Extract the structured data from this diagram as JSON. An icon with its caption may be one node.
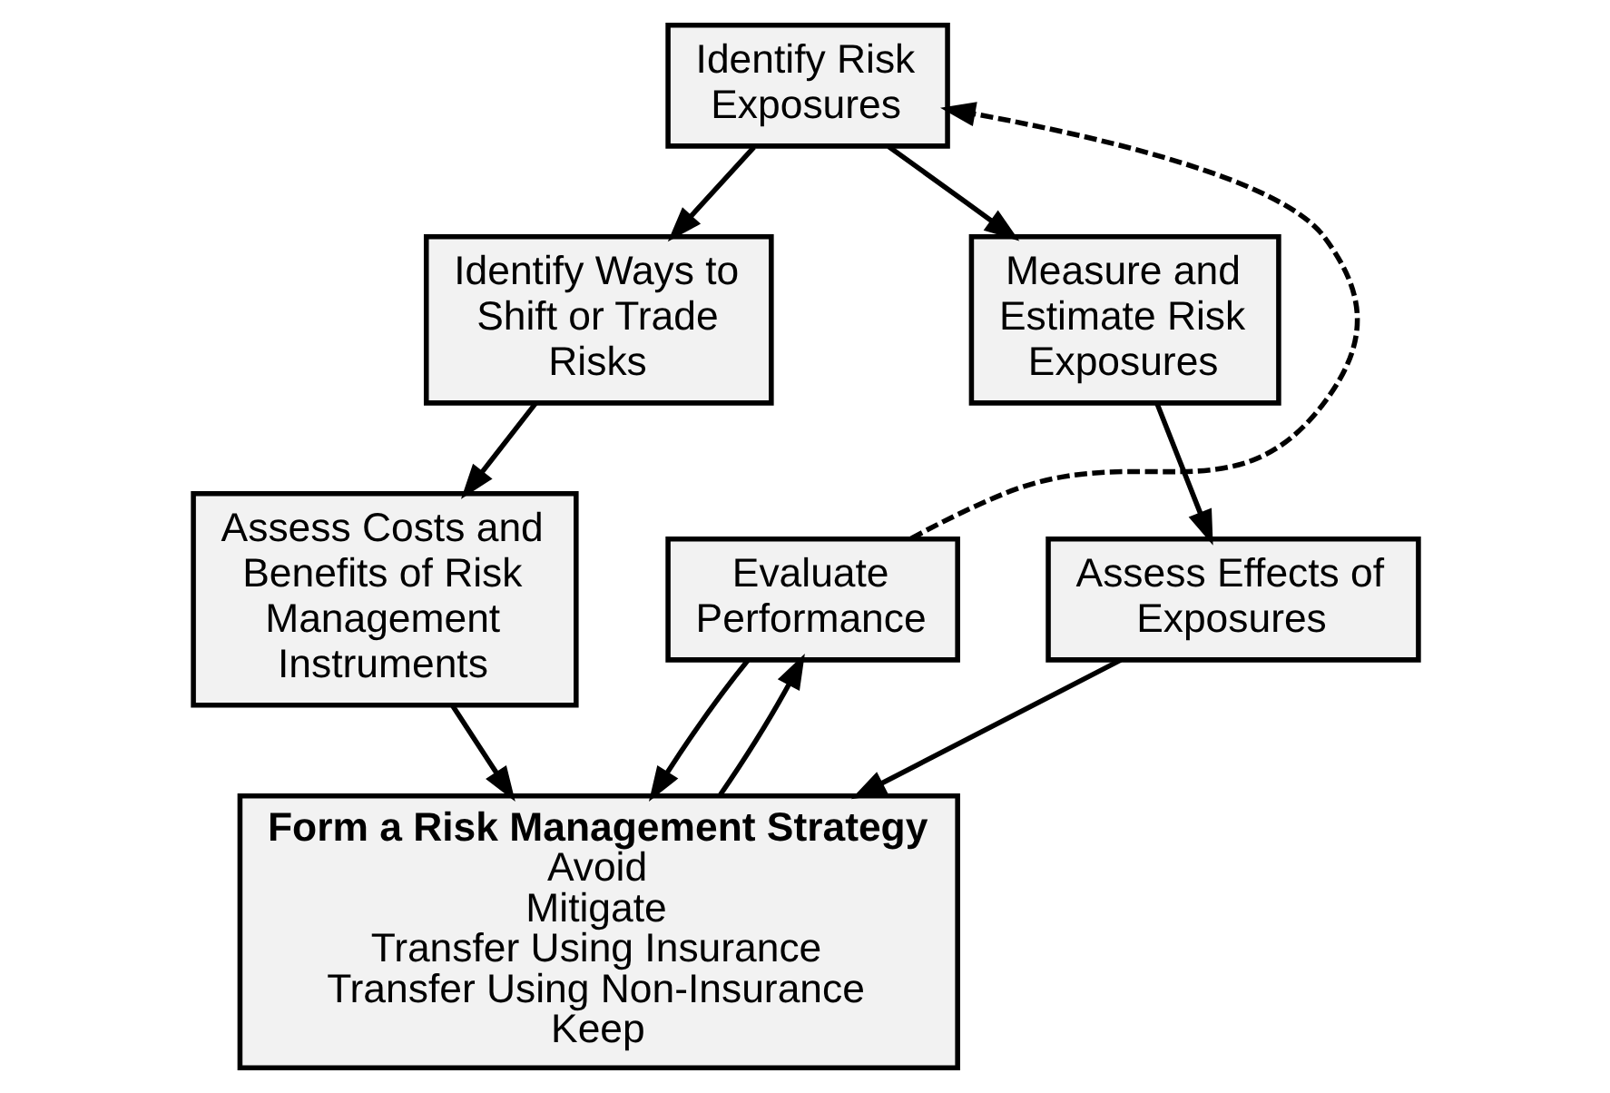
{
  "diagram": {
    "nodes": [
      {
        "text": [
          "Identify Risk Exposures"
        ]
      },
      {
        "text": [
          "Measure and Estimate Risk Exposures"
        ]
      },
      {
        "text": [
          "Identify Ways to Shift or Trade Risks"
        ]
      },
      {
        "text": [
          "Evaluate Performance"
        ]
      },
      {
        "text": [
          "Assess Effects of Exposures"
        ]
      },
      {
        "text": [
          "Assess Costs and Benefits of Risk Management Instruments"
        ]
      },
      {
        "text": [
          "Form a Risk Management Strategy",
          "Avoid",
          "Mitigate",
          "Transfer Using Insurance",
          "Transfer Using Non-Insurance",
          "Keep"
        ]
      }
    ],
    "edges": [
      {
        "from": 0,
        "to": 1,
        "arrow": "to"
      },
      {
        "from": 0,
        "to": 2,
        "arrow": "to"
      },
      {
        "from": 1,
        "to": 4,
        "arrow": "to"
      },
      {
        "from": 2,
        "to": 5,
        "arrow": "to"
      },
      {
        "from": 4,
        "to": 6,
        "arrow": "to"
      },
      {
        "from": 5,
        "to": 6,
        "arrow": "to"
      },
      {
        "from": 6,
        "to": 3,
        "arrow": "to"
      },
      {
        "from": 3,
        "to": 0,
        "arrow": "to",
        "style": "dashed"
      },
      {
        "from": 3,
        "to": 6,
        "arrow": "to"
      }
    ]
  }
}
